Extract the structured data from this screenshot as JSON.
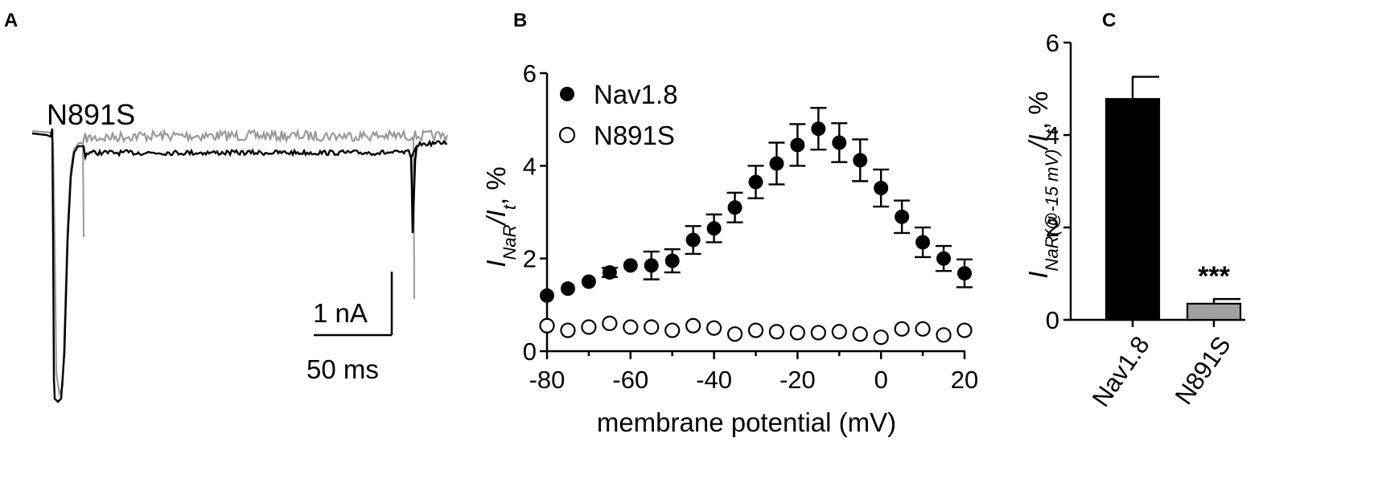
{
  "panels": {
    "A": {
      "letter": "A",
      "trace_label": "N891S",
      "scale_current": "1 nA",
      "scale_time": "50 ms",
      "trace_colors": {
        "Nav1.8": "#000000",
        "N891S": "#9a9a9a"
      }
    },
    "B": {
      "letter": "B",
      "ylabel_main": "I",
      "ylabel_sub": "NaR",
      "ylabel_mid": "/I",
      "ylabel_sub2": "t",
      "ylabel_tail": ", %",
      "legend_filled": "Nav1.8",
      "legend_open": "N891S"
    },
    "C": {
      "letter": "C",
      "ylabel_main": "I",
      "ylabel_sub": "NaR(@-15 mV)",
      "ylabel_mid": "/I",
      "ylabel_sub2": "t",
      "ylabel_tail": ", %",
      "significance": "***"
    }
  },
  "chart_data": [
    {
      "type": "scatter",
      "xlabel": "membrane potential (mV)",
      "ylabel": "I_NaR/I_t, %",
      "xlim": [
        -80,
        20
      ],
      "ylim": [
        0,
        6
      ],
      "xticks": [
        -80,
        -60,
        -40,
        -20,
        0,
        20
      ],
      "yticks": [
        0,
        2,
        4,
        6
      ],
      "grid": false,
      "legend_position": "top-left",
      "series": [
        {
          "name": "Nav1.8",
          "marker": "filled-circle",
          "color": "#000000",
          "x": [
            -80,
            -75,
            -70,
            -65,
            -60,
            -55,
            -50,
            -45,
            -40,
            -35,
            -30,
            -25,
            -20,
            -15,
            -10,
            -5,
            0,
            5,
            10,
            15,
            20
          ],
          "y": [
            1.2,
            1.35,
            1.5,
            1.7,
            1.85,
            1.85,
            1.95,
            2.4,
            2.65,
            3.1,
            3.65,
            4.05,
            4.45,
            4.8,
            4.5,
            4.12,
            3.52,
            2.9,
            2.35,
            2.0,
            1.68
          ],
          "error": [
            0,
            0,
            0,
            0.1,
            0,
            0.3,
            0.25,
            0.3,
            0.3,
            0.32,
            0.35,
            0.45,
            0.45,
            0.45,
            0.42,
            0.45,
            0.4,
            0.35,
            0.32,
            0.27,
            0.3
          ]
        },
        {
          "name": "N891S",
          "marker": "open-circle",
          "color": "#000000",
          "x": [
            -80,
            -75,
            -70,
            -65,
            -60,
            -55,
            -50,
            -45,
            -40,
            -35,
            -30,
            -25,
            -20,
            -15,
            -10,
            -5,
            0,
            5,
            10,
            15,
            20
          ],
          "y": [
            0.55,
            0.45,
            0.52,
            0.6,
            0.52,
            0.52,
            0.45,
            0.55,
            0.5,
            0.37,
            0.45,
            0.42,
            0.4,
            0.4,
            0.42,
            0.37,
            0.3,
            0.48,
            0.48,
            0.35,
            0.45
          ]
        }
      ]
    },
    {
      "type": "bar",
      "categories": [
        "Nav1.8",
        "N891S"
      ],
      "values": [
        4.78,
        0.35
      ],
      "errors": [
        0.48,
        0.1
      ],
      "colors": [
        "#000000",
        "#a0a0a0"
      ],
      "ylabel": "I_NaR(@-15 mV)/I_t, %",
      "ylim": [
        0,
        6
      ],
      "yticks": [
        0,
        2,
        4,
        6
      ],
      "grid": false
    }
  ]
}
